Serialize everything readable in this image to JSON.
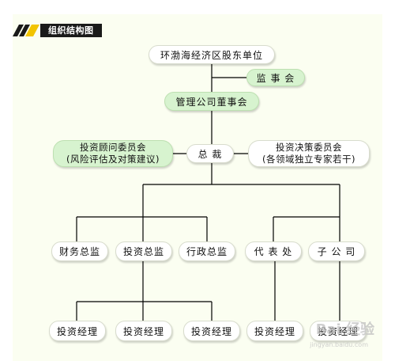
{
  "title": "组织结构图",
  "nodes": {
    "shareholder": "环渤海经济区股东单位",
    "supervisory_board": "监 事 会",
    "board": "管理公司董事会",
    "advisory_committee_line1": "投资顾问委员会",
    "advisory_committee_line2": "(风险评估及对策建议)",
    "president": "总  裁",
    "decision_committee_line1": "投资决策委员会",
    "decision_committee_line2": "(各领域独立专家若干)",
    "finance_director": "财务总监",
    "investment_director": "投资总监",
    "admin_director": "行政总监",
    "representative_office": "代 表 处",
    "subsidiary": "子 公 司",
    "investment_manager": "投资经理"
  },
  "managers": [
    "投资经理",
    "投资经理",
    "投资经理",
    "投资经理",
    "投资经理"
  ],
  "colors": {
    "green_node": "#d7f3cf",
    "white_node": "#ffffff",
    "background": "#fbfef1",
    "line": "#000000"
  },
  "watermark": "Bai 经验",
  "watermark_sub": "jingyan.baidu.com"
}
